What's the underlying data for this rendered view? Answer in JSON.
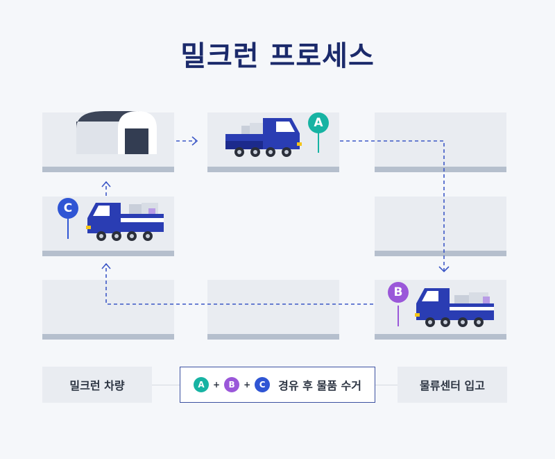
{
  "title": "밀크런 프로세스",
  "pins": {
    "a": {
      "label": "A",
      "color": "#17b3a3"
    },
    "b": {
      "label": "B",
      "color": "#9a57d9"
    },
    "c": {
      "label": "C",
      "color": "#2f55d4"
    }
  },
  "legend": {
    "left": "밀크런 차량",
    "plus": "+",
    "center_text": "경유 후 물품 수거",
    "right": "물류센터 입고"
  },
  "colors": {
    "truck_blue": "#2a3db3",
    "truck_dark": "#1c2a8c",
    "arrow": "#3b56c6",
    "title": "#1b2a6b"
  }
}
